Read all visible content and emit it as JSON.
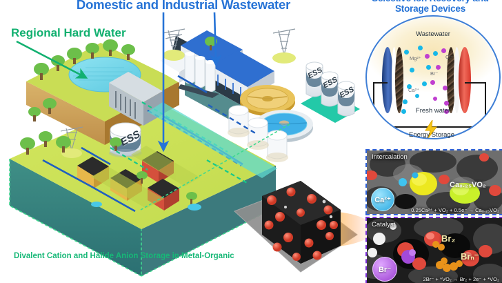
{
  "titles": {
    "domestic": "Domestic and Industrial Wastewater",
    "selective": "Selective Ion Recovery and Storage Devices",
    "regional": "Regional Hard Water",
    "divalent": "Divalent Cation and Halide Anion Storage in Metal-Organic"
  },
  "colors": {
    "title_blue": "#2673d6",
    "title_green": "#12b070",
    "caption_green": "#17b877",
    "land_top": "#cbe05a",
    "land_side": "#2f7f7a",
    "water": "#6fd8e8",
    "ess_body": "#eef2f6",
    "electrode_blue": "#2c4e92",
    "electrode_red": "#e04040",
    "cation": "#17b8e8",
    "anion": "#c03fd0",
    "arrow_blue": "#2673d6",
    "arrow_green": "#12b070"
  },
  "circle_inset": {
    "top_label": "Wastewater",
    "bottom_label": "Fresh water",
    "energy_label": "Energy Storage",
    "ions": [
      {
        "name": "Mg2+",
        "label": "Mg²⁺",
        "type": "cation"
      },
      {
        "name": "Ca2+",
        "label": "Ca²⁺",
        "type": "cation"
      },
      {
        "name": "Cl-",
        "label": "Cl⁻",
        "type": "anion"
      },
      {
        "name": "Br-",
        "label": "Br⁻",
        "type": "anion"
      }
    ],
    "lightning_icon": "lightning-bolt-icon"
  },
  "panels": [
    {
      "id": "intercalation",
      "title": "Intercalation",
      "equation": "0.25Ca²⁺ + VO₂ + 0.5e⁻ → Ca₀.₂₅VO₂",
      "bubble": "Ca²⁺",
      "atom_label": "Ca₀.₂₅VO₂",
      "border_color": "#2f62d8"
    },
    {
      "id": "catalyst",
      "title": "Catalyst",
      "equation": "2Br⁻ + *VO₂ → Br₂ + 2e⁻ + *VO₂",
      "bubble": "Br⁻",
      "atom_labels": [
        "Br₂",
        "Brₙ⁻"
      ],
      "border_color": "#7b2fd8"
    }
  ],
  "scene": {
    "ess_labels": [
      "ESS",
      "ESS",
      "ESS",
      "ESS"
    ],
    "arrows": [
      {
        "name": "arrow-domestic-left",
        "color": "#2673d6"
      },
      {
        "name": "arrow-domestic-right",
        "color": "#2673d6"
      },
      {
        "name": "arrow-regional-hard-water",
        "color": "#12b070"
      }
    ]
  }
}
